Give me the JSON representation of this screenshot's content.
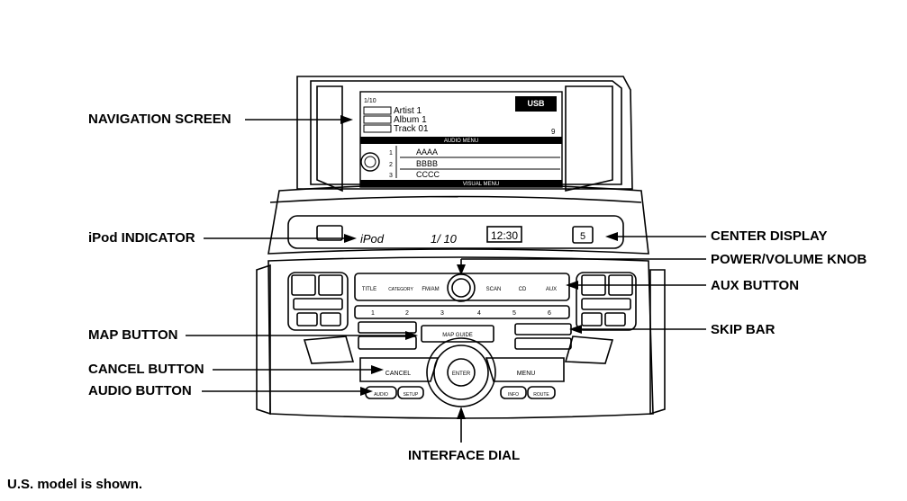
{
  "callouts": {
    "navigation_screen": "NAVIGATION SCREEN",
    "ipod_indicator": "iPod INDICATOR",
    "map_button": "MAP BUTTON",
    "cancel_button": "CANCEL BUTTON",
    "audio_button": "AUDIO BUTTON",
    "center_display": "CENTER DISPLAY",
    "power_volume_knob": "POWER/VOLUME KNOB",
    "aux_button": "AUX BUTTON",
    "skip_bar": "SKIP BAR",
    "interface_dial": "INTERFACE DIAL"
  },
  "footnote": "U.S. model is shown.",
  "screen": {
    "track_no": "1/10",
    "artist": "Artist 1",
    "album": "Album 1",
    "track": "Track 01",
    "source_badge": "USB",
    "page_no": "9",
    "menu_header": "AUDIO MENU",
    "list_items": [
      "AAAA",
      "BBBB",
      "CCCC"
    ],
    "list_numbers": [
      "1",
      "2",
      "3"
    ],
    "footer": "VISUAL MENU"
  },
  "center_display": {
    "source": "iPod",
    "track": "1/ 10",
    "time": "12:30",
    "channel": "5"
  },
  "audio_buttons": [
    "TITLE",
    "CATEGORY",
    "FM/AM",
    "SCAN",
    "CD",
    "AUX"
  ],
  "preset_numbers": [
    "1",
    "2",
    "3",
    "4",
    "5",
    "6"
  ],
  "map_label": "MAP GUIDE",
  "dial_label": "ENTER",
  "cancel_label": "CANCEL",
  "menu_label": "MENU",
  "bottom_buttons": [
    "AUDIO",
    "SETUP",
    "INFO",
    "ROUTE"
  ]
}
